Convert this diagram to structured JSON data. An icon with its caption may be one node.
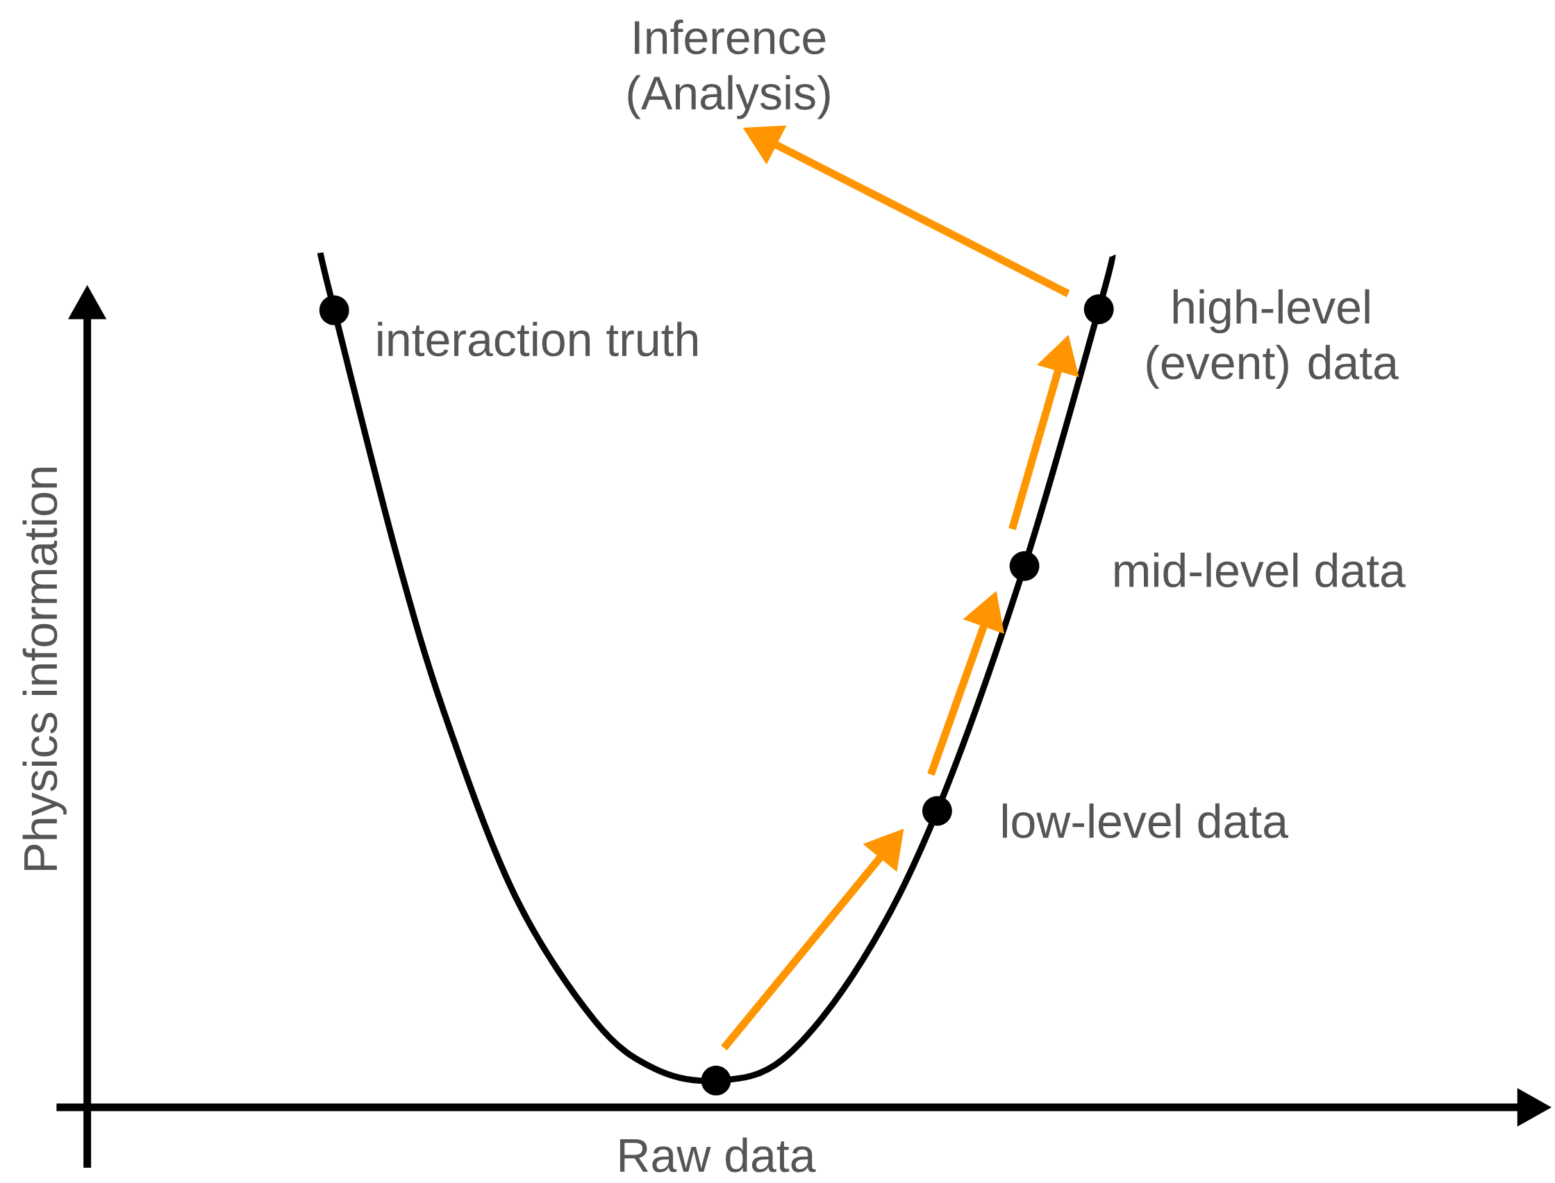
{
  "diagram": {
    "nodes": [
      {
        "text": [
          "Inference (Analysis)"
        ]
      },
      {
        "text": [],
        "shape": "circle",
        "beside": [
          "interaction truth"
        ]
      },
      {
        "text": [],
        "shape": "circle",
        "beside": [
          "high-level (event) data"
        ]
      },
      {
        "text": [],
        "shape": "circle",
        "beside": [
          "mid-level data"
        ]
      },
      {
        "text": [],
        "shape": "circle",
        "beside": [
          "low-level data"
        ]
      },
      {
        "text": [],
        "shape": "circle"
      }
    ],
    "edges": [
      {
        "from": 5,
        "to": 4,
        "arrow": "to"
      },
      {
        "from": 4,
        "to": 3,
        "arrow": "to"
      },
      {
        "from": 3,
        "to": 2,
        "arrow": "to"
      },
      {
        "from": 2,
        "to": 0,
        "arrow": "to"
      }
    ],
    "labels": [
      "Physics information",
      "Raw data"
    ]
  }
}
